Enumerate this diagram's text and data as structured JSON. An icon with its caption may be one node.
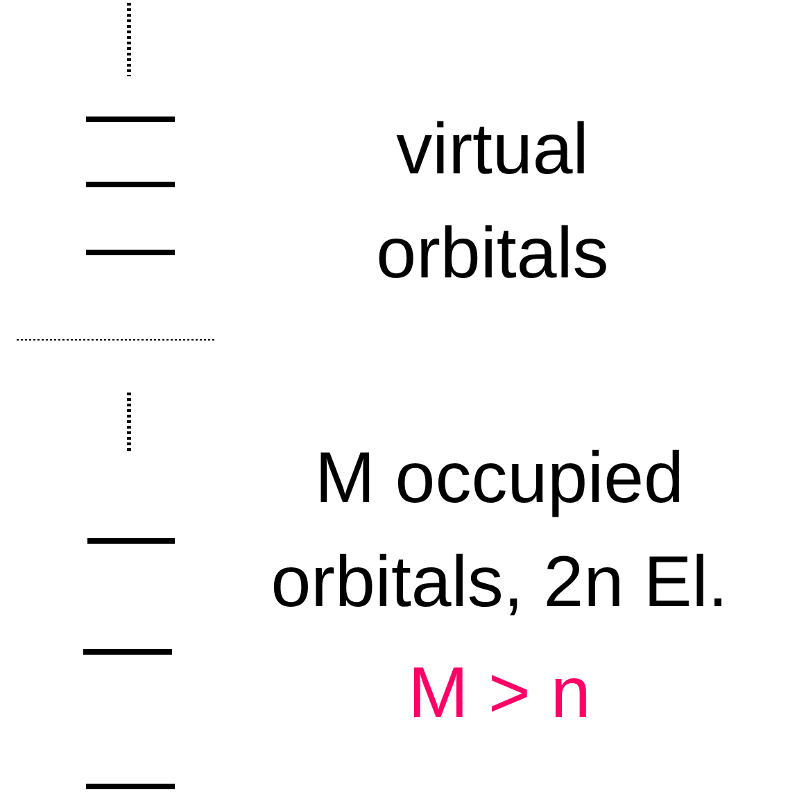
{
  "diagram": {
    "labels": [
      "virtual orbitals",
      "M occupied orbitals, 2n El.",
      "M > n"
    ]
  }
}
